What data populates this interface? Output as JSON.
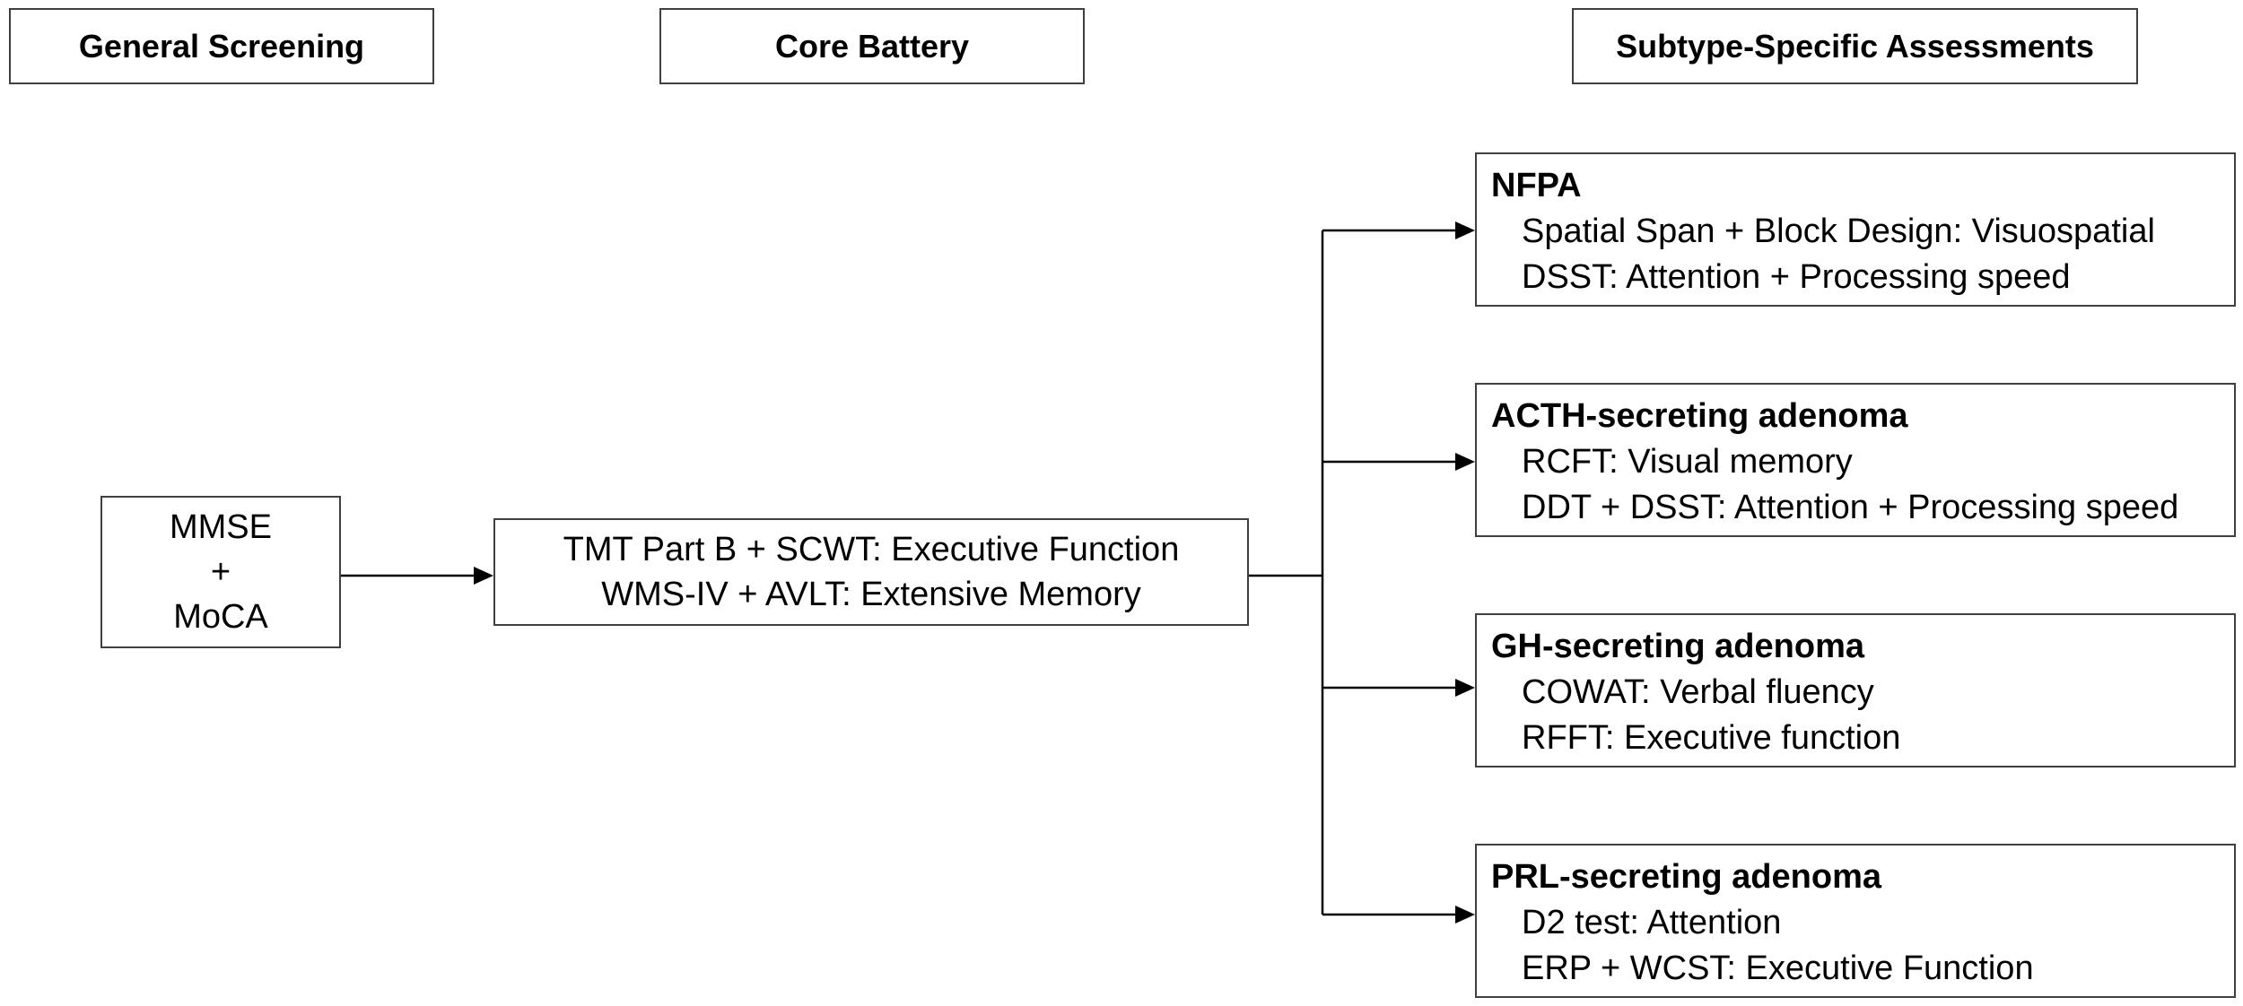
{
  "headers": {
    "general_screening": "General Screening",
    "core_battery": "Core Battery",
    "subtype_specific": "Subtype-Specific Assessments"
  },
  "screening": {
    "line1": "MMSE",
    "line2": "+",
    "line3": "MoCA"
  },
  "core": {
    "line1": "TMT Part B + SCWT: Executive Function",
    "line2": "WMS-IV + AVLT: Extensive Memory"
  },
  "subtypes": [
    {
      "title": "NFPA",
      "lines": [
        "Spatial Span + Block Design: Visuospatial",
        "DSST: Attention + Processing speed"
      ]
    },
    {
      "title": "ACTH-secreting adenoma",
      "lines": [
        "RCFT: Visual memory",
        "DDT + DSST: Attention + Processing speed"
      ]
    },
    {
      "title": "GH-secreting adenoma",
      "lines": [
        "COWAT: Verbal fluency",
        "RFFT: Executive function"
      ]
    },
    {
      "title": "PRL-secreting adenoma",
      "lines": [
        "D2 test: Attention",
        "ERP + WCST: Executive Function"
      ]
    }
  ],
  "colors": {
    "border": "#404040",
    "line": "#000000",
    "text": "#000000",
    "background": "#ffffff"
  }
}
